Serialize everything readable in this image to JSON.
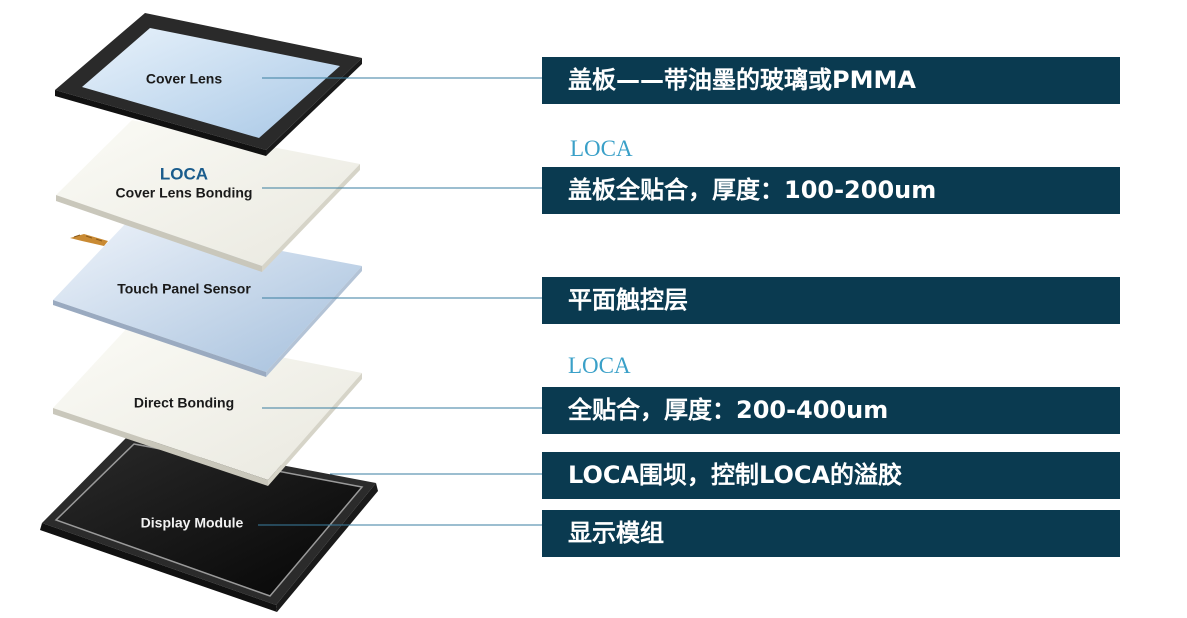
{
  "layers": {
    "cover_lens": {
      "label": "Cover Lens"
    },
    "cover_lens_bonding": {
      "accent": "LOCA",
      "label": "Cover Lens Bonding"
    },
    "touch_panel_sensor": {
      "label": "Touch Panel Sensor"
    },
    "direct_bonding": {
      "label": "Direct Bonding"
    },
    "display_module": {
      "label": "Display Module"
    }
  },
  "descriptions": [
    {
      "text": "盖板——带油墨的玻璃或PMMA"
    },
    {
      "tag": "LOCA",
      "text": "盖板全贴合，厚度：100-200um"
    },
    {
      "text": "平面触控层"
    },
    {
      "tag": "LOCA",
      "text": "全贴合，厚度：200-400um"
    },
    {
      "text": "LOCA围坝，控制LOCA的溢胶"
    },
    {
      "text": "显示模组"
    }
  ],
  "colors": {
    "bar_background": "#0a3a50",
    "bar_text": "#ffffff",
    "loca_tag": "#3aa0c8",
    "leader_line": "#3a7ea0"
  }
}
